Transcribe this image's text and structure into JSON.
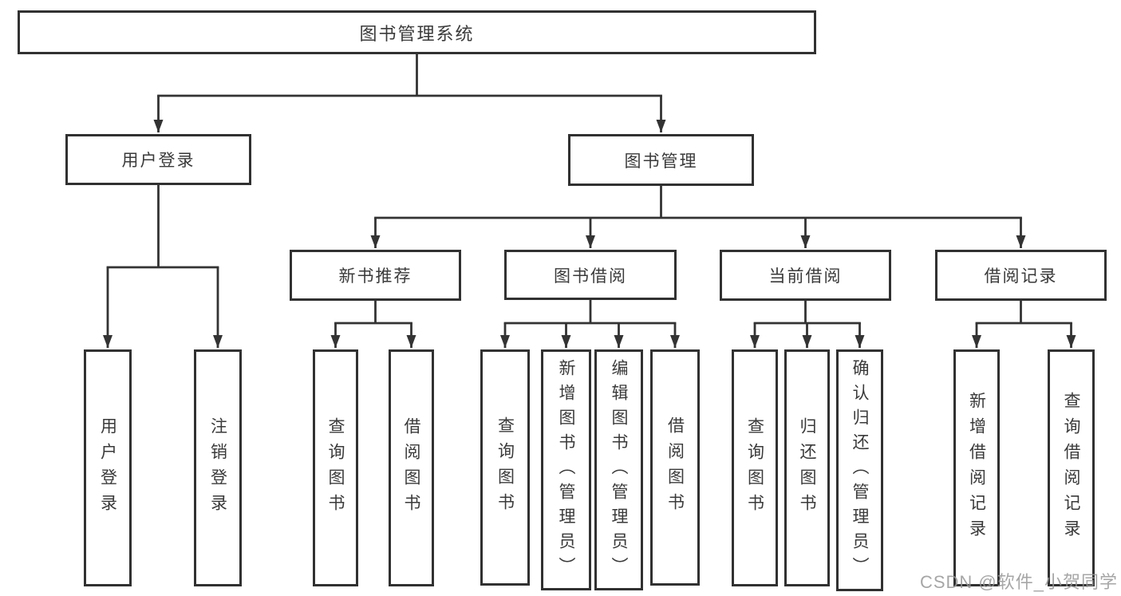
{
  "nodes": {
    "root": "图书管理系统",
    "user_login": "用户登录",
    "book_management": "图书管理",
    "new_book_recommend": "新书推荐",
    "book_borrowing": "图书借阅",
    "current_borrowing": "当前借阅",
    "borrowing_records": "借阅记录",
    "ul_user_login": "用户登录",
    "ul_logout": "注销登录",
    "nb_query_books": "查询图书",
    "nb_borrow_books": "借阅图书",
    "bb_query_books": "查询图书",
    "bb_add_books_admin": "新增图书（管理员）",
    "bb_edit_books_admin": "编辑图书（管理员）",
    "bb_borrow_books": "借阅图书",
    "cb_query_books": "查询图书",
    "cb_return_books": "归还图书",
    "cb_confirm_return_admin": "确认归还（管理员）",
    "br_add_record": "新增借阅记录",
    "br_query_record": "查询借阅记录"
  },
  "watermark": "CSDN @软件_小贺同学",
  "colors": {
    "background": "#ffffff",
    "line": "#333333",
    "box_border": "#313131",
    "text": "#3a3a3a",
    "watermark": "#969696"
  }
}
